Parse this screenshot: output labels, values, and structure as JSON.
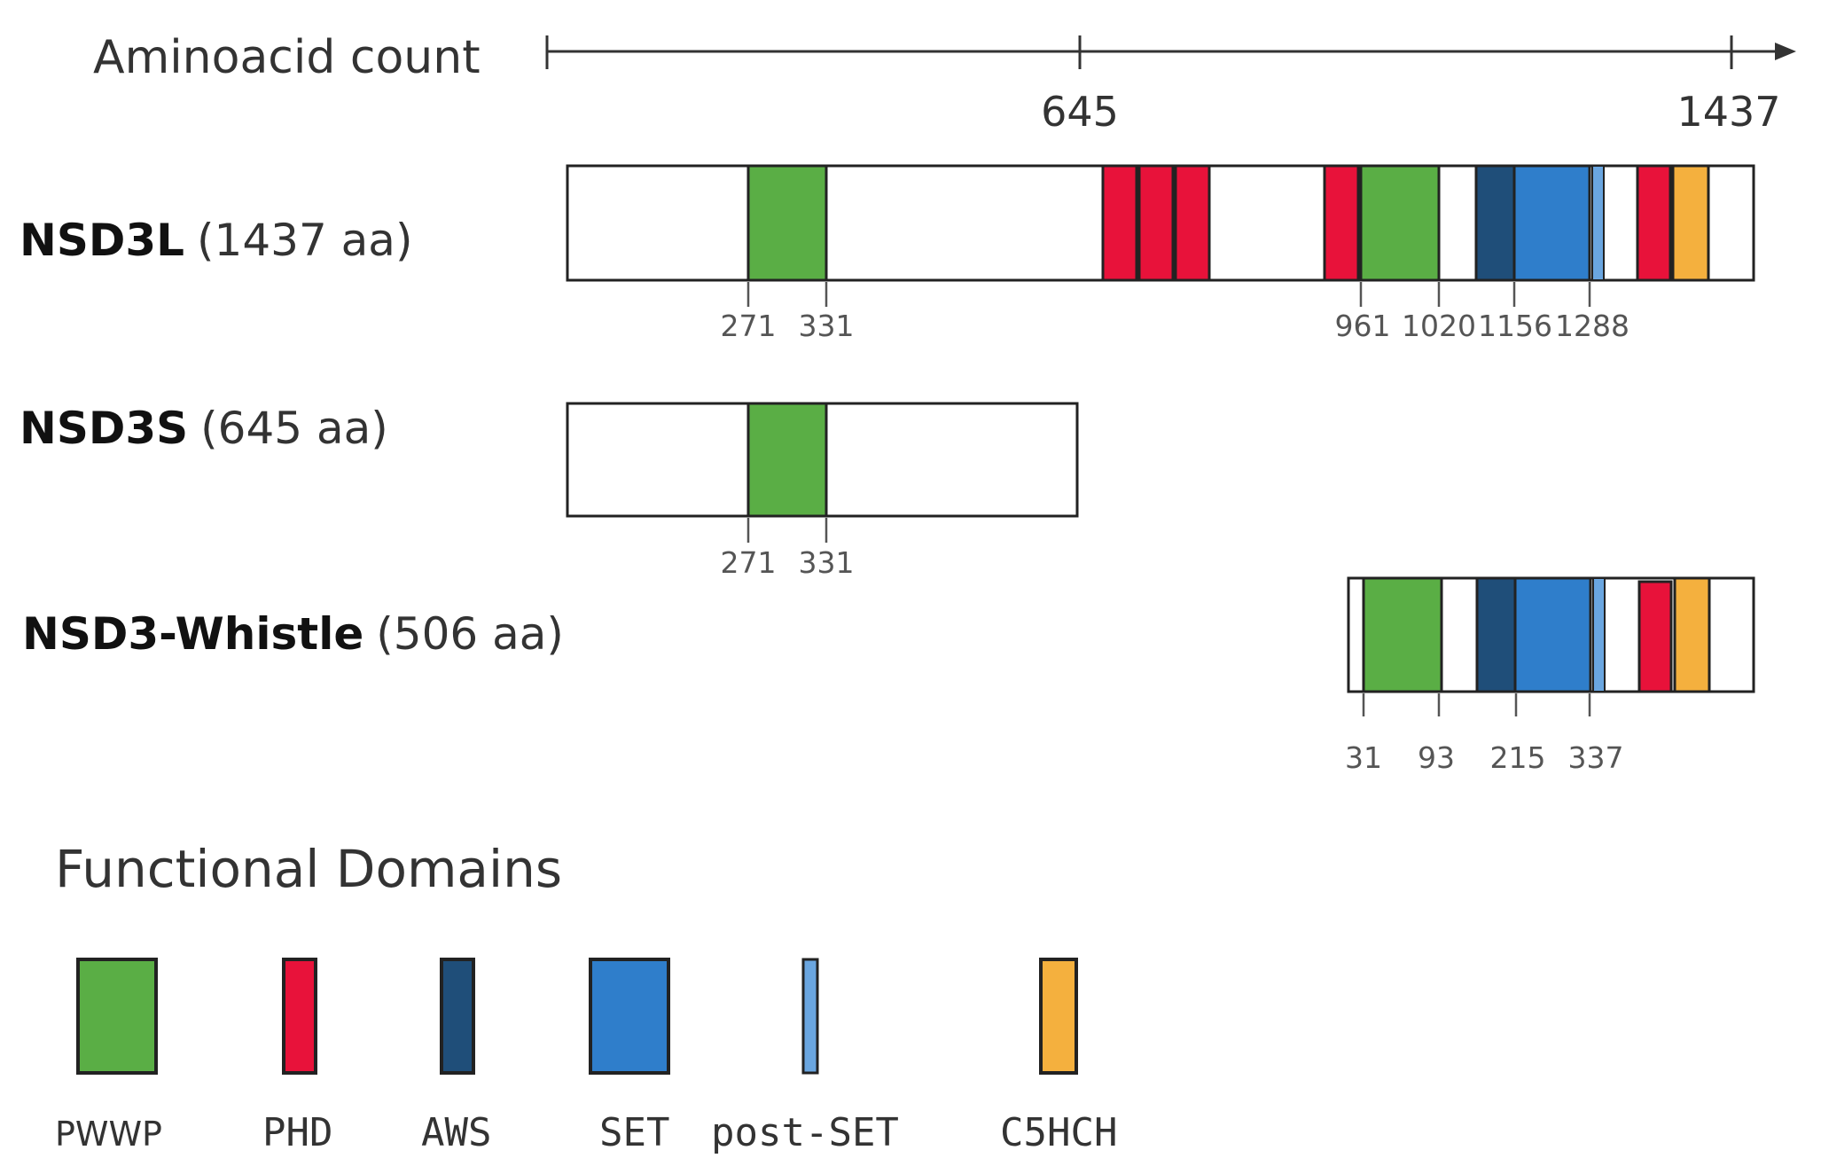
{
  "axis": {
    "label": "Aminoacid count",
    "ticks": [
      "645",
      "1437"
    ]
  },
  "colors": {
    "PWWP": "#5aae45",
    "PHD": "#e8123a",
    "AWS": "#1f4e79",
    "SET": "#2f7ecb",
    "post-SET": "#6aa6e0",
    "C5HCH": "#f4b03e"
  },
  "proteins": [
    {
      "name": "NSD3L",
      "length_label": "(1437 aa)",
      "positions": [
        "271",
        "331",
        "961",
        "1020",
        "1156",
        "1288"
      ]
    },
    {
      "name": "NSD3S",
      "length_label": "(645 aa)",
      "positions": [
        "271",
        "331"
      ]
    },
    {
      "name": "NSD3-Whistle",
      "length_label": "(506 aa)",
      "positions": [
        "31",
        "93",
        "215",
        "337"
      ]
    }
  ],
  "legend": {
    "title": "Functional Domains",
    "items": [
      "PWWP",
      "PHD",
      "AWS",
      "SET",
      "post-SET",
      "C5HCH"
    ]
  }
}
